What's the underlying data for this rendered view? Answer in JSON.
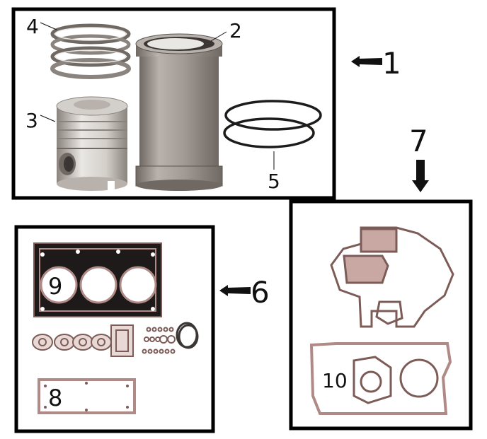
{
  "labels": {
    "piston_rings": "4",
    "cylinder_liner": "2",
    "piston": "3",
    "liner_seals": "5",
    "liner_kit": "1",
    "bottom_gasket_set": "7",
    "top_gasket_set": "6",
    "head_gasket": "9",
    "rocker_cover_gasket": "8",
    "sump_gasket": "10"
  },
  "colors": {
    "frame": "#000000",
    "metal_light": "#e9e7e3",
    "metal_mid": "#b9b2ac",
    "metal_dark": "#6f6863",
    "gasket": "#b08a86",
    "gasket_dark": "#7d5c58",
    "ink": "#111111"
  },
  "icons": [
    "arrow-left-icon",
    "arrow-left-icon",
    "arrow-down-icon"
  ]
}
